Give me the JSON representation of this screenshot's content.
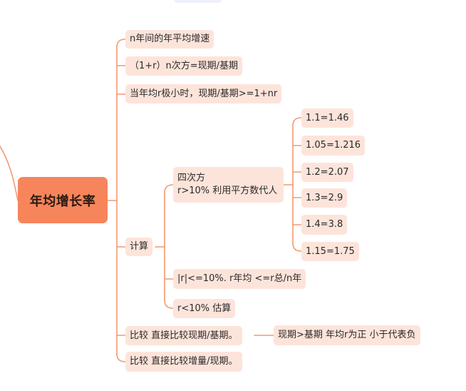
{
  "root": "年均增长率",
  "branches": {
    "b1": "n年间的年平均增速",
    "b2": "（1+r）n次方=现期/基期",
    "b3": "当年均r极小时，现期/基期>=1+nr",
    "b4": "计算",
    "b5": "比较 直接比较现期/基期。",
    "b6": "比较 直接比较增量/现期。"
  },
  "calc": {
    "c1_line1": "四次方",
    "c1_line2": "r>10% 利用平方数代人",
    "c2": "|r|<=10%.  r年均 <=r总/n年",
    "c3": "r<10% 估算"
  },
  "powers": [
    "1.1=1.46",
    "1.05=1.216",
    "1.2=2.07",
    "1.3=2.9",
    "1.4=3.8",
    "1.15=1.75"
  ],
  "compare_note": "现期>基期 年均r为正  小于代表负",
  "colors": {
    "root_fill": "#f6855c",
    "node_fill": "#fde4da",
    "connector": "#f29a72"
  }
}
